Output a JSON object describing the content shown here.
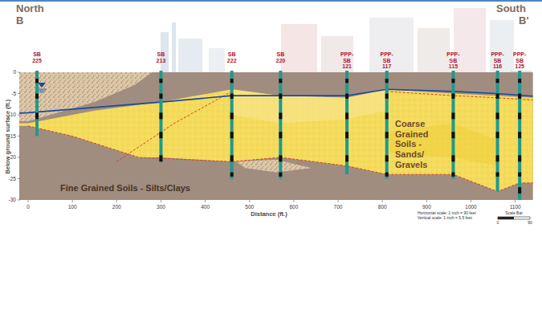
{
  "diagram": {
    "labels": [
      "North",
      "B",
      "South",
      "B'",
      "SB 225",
      "SB 213",
      "SB 222",
      "SB 220",
      "PPP-SB 121",
      "PPP-SB 117",
      "PPP-SB 115",
      "PPP-SB 116",
      "PPP-SB 125",
      "Below ground surface (ft.)",
      "0",
      "-5",
      "-10",
      "-15",
      "-20",
      "-25",
      "-30",
      "0",
      "100",
      "200",
      "300",
      "400",
      "500",
      "600",
      "700",
      "800",
      "900",
      "1000",
      "1100",
      "Distance (ft.)",
      "Coarse Grained Soils - Sands/ Gravels",
      "Fine Grained Soils - Silts/Clays",
      "Horizontal scale: 1 inch = 90 feet",
      "Vertical scale: 1 inch = 5.5 feet",
      "Scale Bar",
      "0",
      "90"
    ]
  }
}
